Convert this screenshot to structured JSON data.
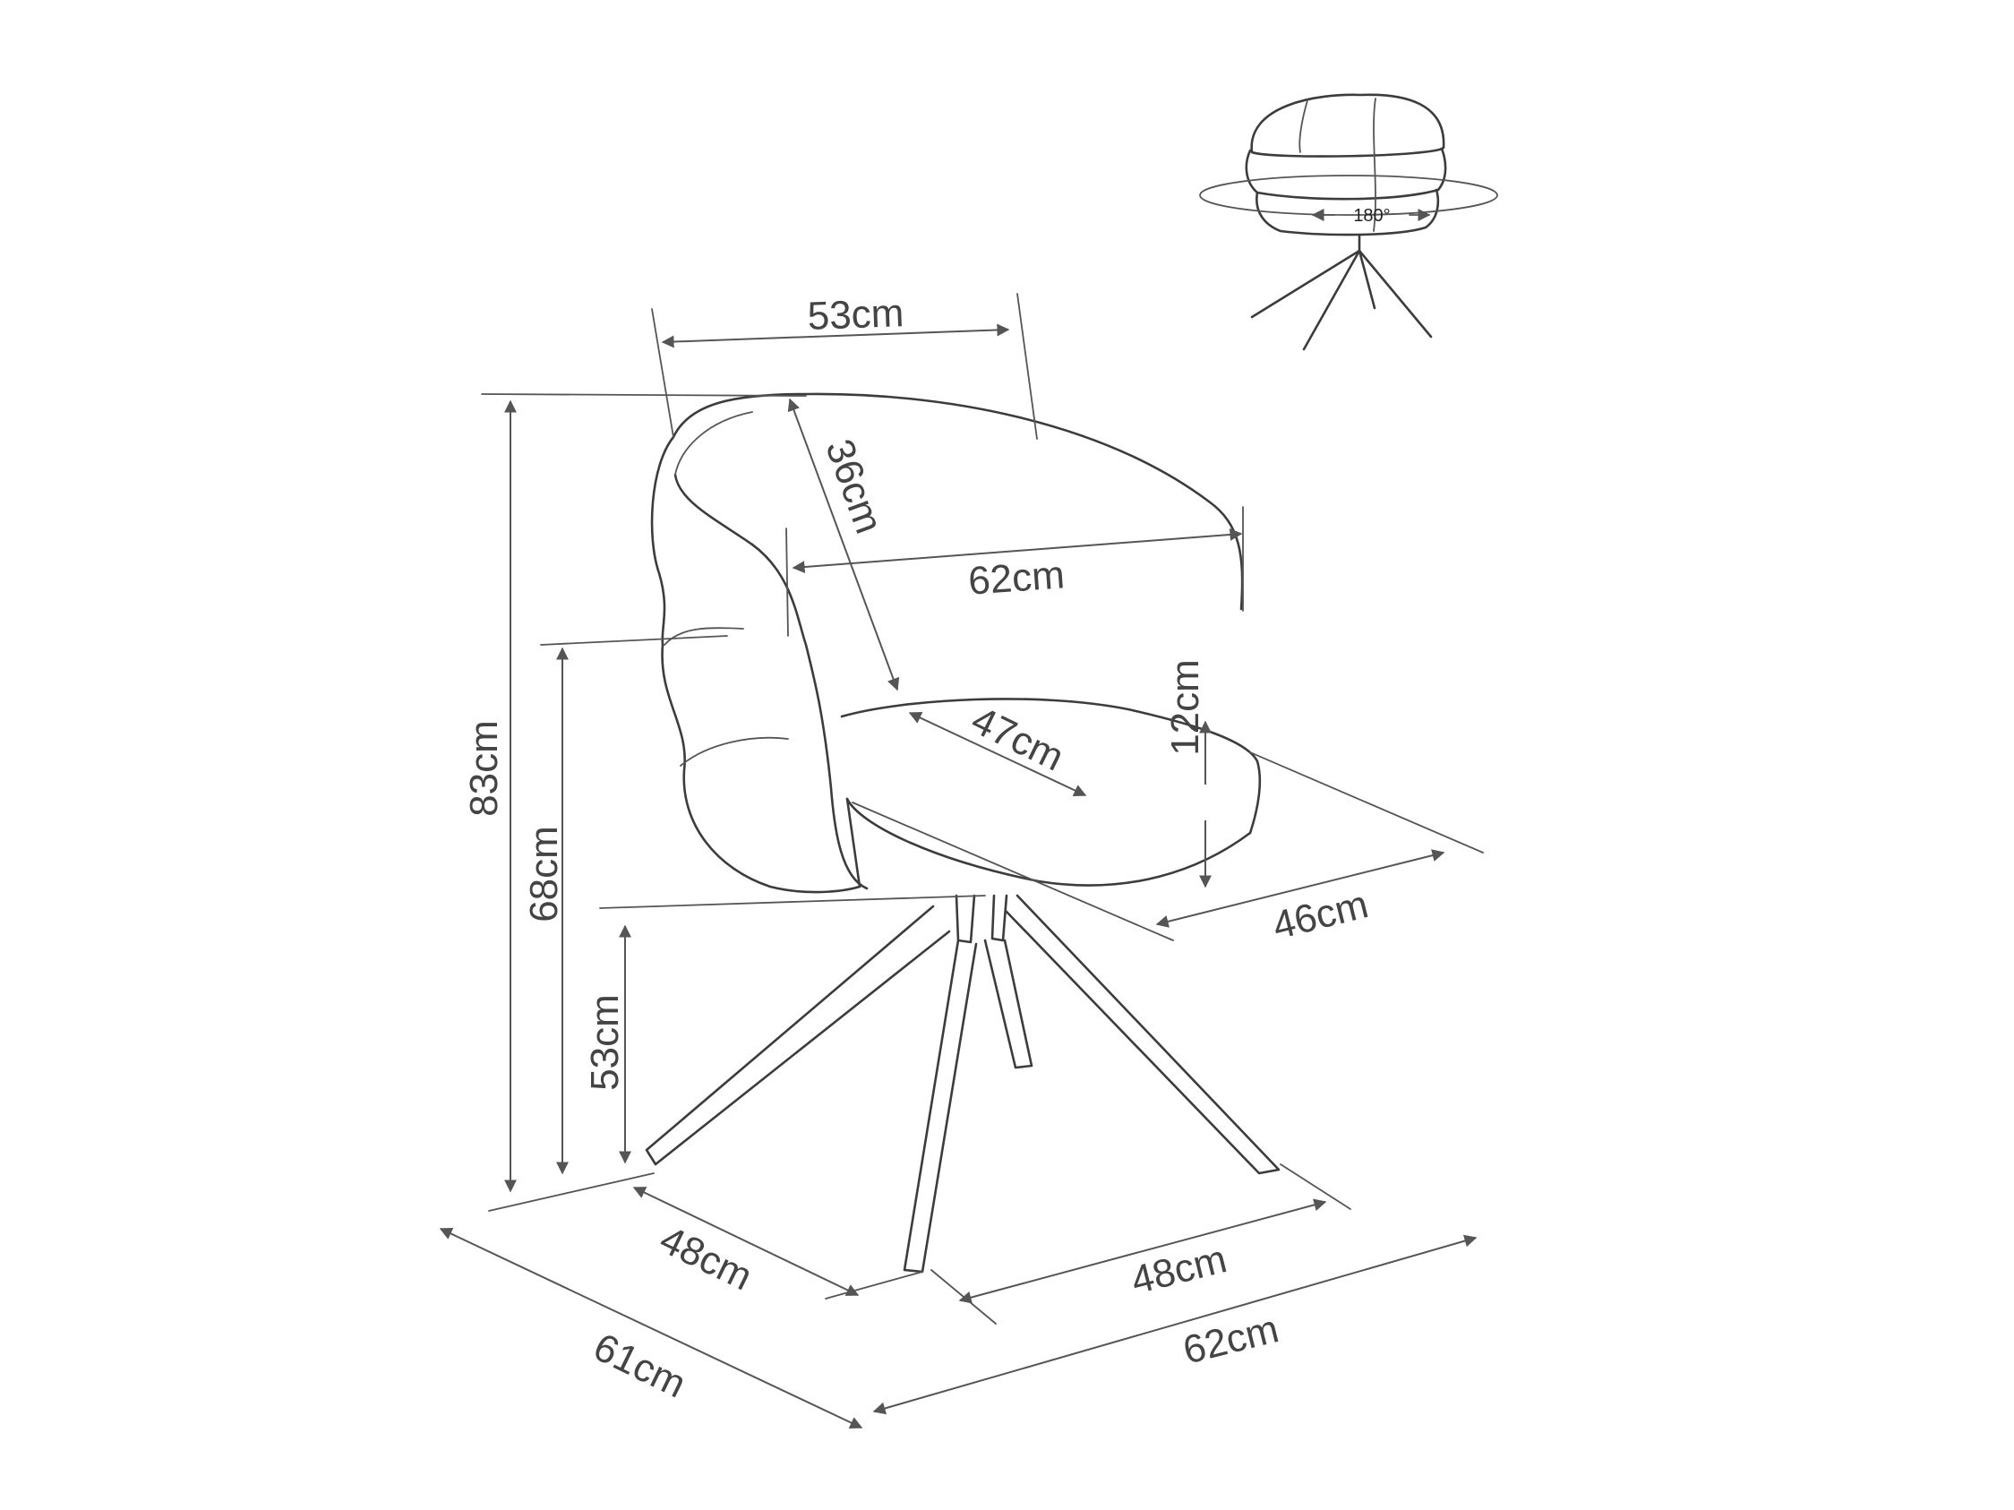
{
  "dimensions": {
    "total_height": "83cm",
    "armrest_height": "68cm",
    "seat_height": "53cm",
    "back_width": "53cm",
    "backrest_height": "36cm",
    "inner_width": "62cm",
    "seat_depth": "47cm",
    "seat_thickness": "12cm",
    "seat_width": "46cm",
    "base_depth": "48cm",
    "base_width": "48cm",
    "overall_depth": "61cm",
    "overall_width": "62cm"
  },
  "rotation": {
    "angle": "180°"
  },
  "colors": {
    "line": "#3c3c3c",
    "dimension": "#555555",
    "text": "#444444"
  }
}
